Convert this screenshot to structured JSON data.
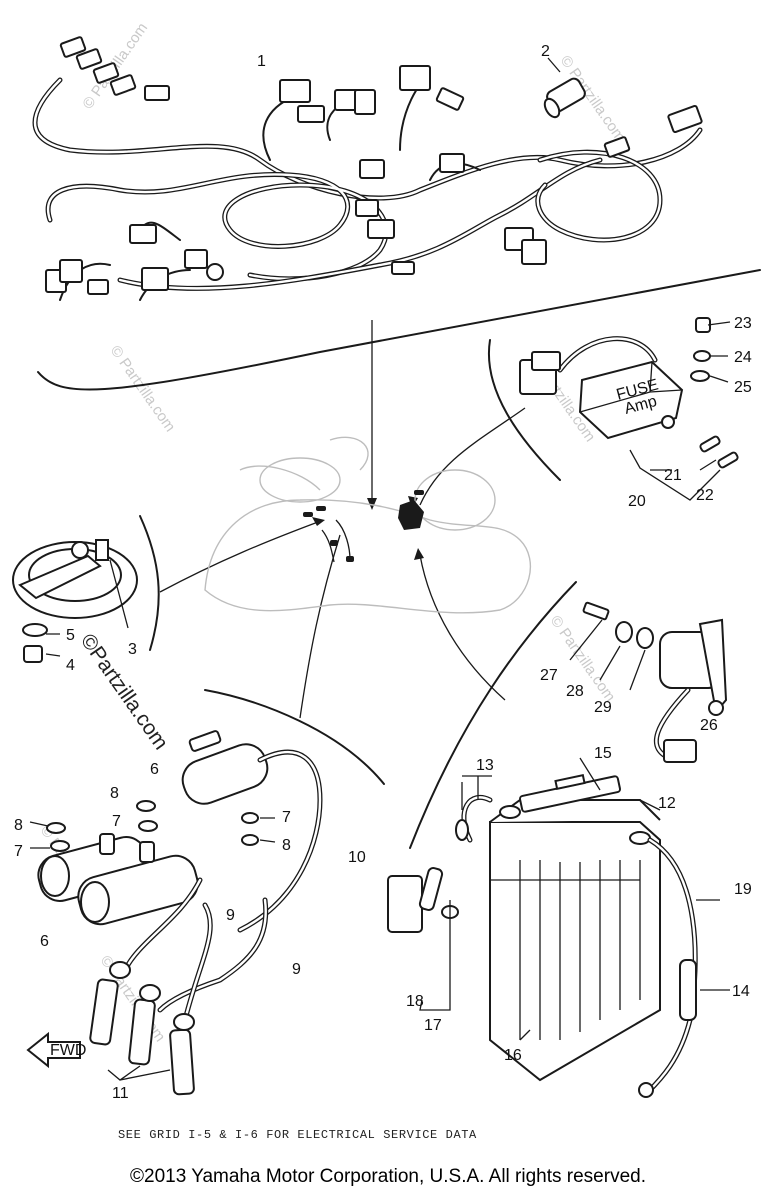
{
  "diagram": {
    "part_numbers": [
      "1",
      "2",
      "3",
      "4",
      "5",
      "6",
      "6",
      "7",
      "7",
      "7",
      "8",
      "8",
      "8",
      "9",
      "9",
      "10",
      "11",
      "12",
      "13",
      "14",
      "15",
      "16",
      "17",
      "18",
      "19",
      "20",
      "21",
      "22",
      "23",
      "24",
      "25",
      "26",
      "27",
      "28",
      "29"
    ],
    "fuse_box_text": "FUSE",
    "fuse_box_sub": "Amp",
    "direction_label": "FWD",
    "watermark_text": "© Partzilla.com",
    "watermark_main": "©Partzilla.com"
  },
  "footer": {
    "service_note": "SEE GRID I-5 & I-6 FOR ELECTRICAL SERVICE DATA",
    "copyright": "©2013 Yamaha Motor Corporation, U.S.A. All rights reserved."
  }
}
